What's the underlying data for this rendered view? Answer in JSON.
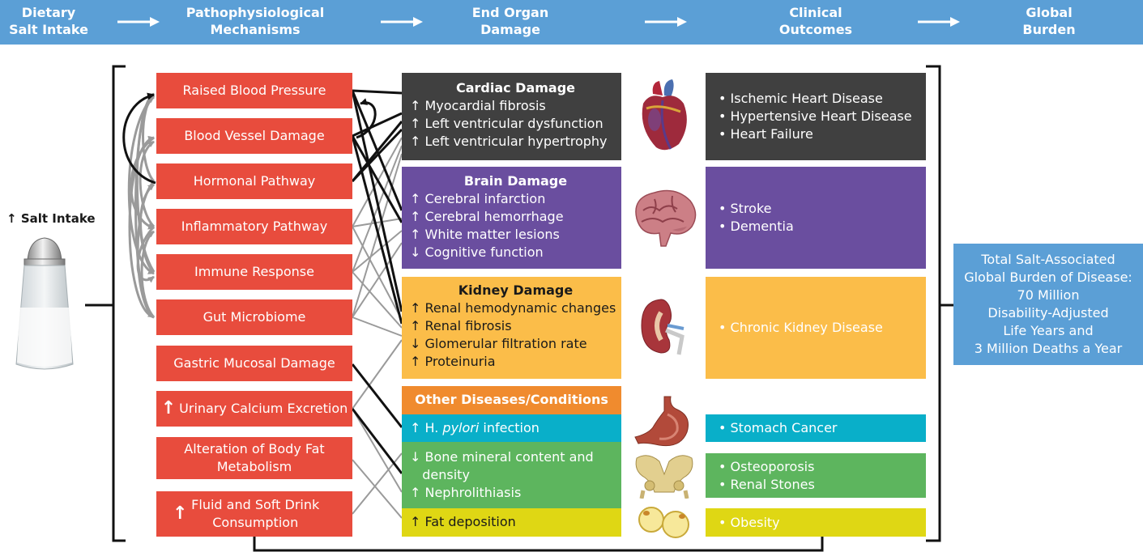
{
  "header": {
    "columns": [
      {
        "line1": "Dietary",
        "line2": "Salt Intake"
      },
      {
        "line1": "Pathophysiological",
        "line2": "Mechanisms"
      },
      {
        "line1": "End Organ",
        "line2": "Damage"
      },
      {
        "line1": "Clinical",
        "line2": "Outcomes"
      },
      {
        "line1": "Global",
        "line2": "Burden"
      }
    ]
  },
  "salt": {
    "arrow": "↑",
    "label": "Salt Intake"
  },
  "mechanisms": [
    "Raised Blood Pressure",
    "Blood Vessel Damage",
    "Hormonal Pathway",
    "Inflammatory Pathway",
    "Immune Response",
    "Gut Microbiome",
    "Gastric Mucosal Damage",
    "Urinary Calcium Excretion",
    "Alteration of Body Fat Metabolism",
    "Fluid and Soft Drink Consumption"
  ],
  "mechanism_up_arrow": "↑",
  "damage": {
    "cardiac": {
      "title": "Cardiac Damage",
      "lines": [
        "↑ Myocardial fibrosis",
        "↑ Left ventricular dysfunction",
        "↑ Left ventricular hypertrophy"
      ]
    },
    "brain": {
      "title": "Brain Damage",
      "lines": [
        "↑ Cerebral infarction",
        "↑ Cerebral hemorrhage",
        "↑ White matter lesions",
        "↓ Cognitive function"
      ]
    },
    "kidney": {
      "title": "Kidney Damage",
      "lines": [
        "↑ Renal hemodynamic changes",
        "↑ Renal fibrosis",
        "↓ Glomerular filtration rate",
        "↑ Proteinuria"
      ]
    },
    "other": {
      "title": "Other Diseases/Conditions"
    },
    "hpylori": {
      "prefix": "↑ H. ",
      "italic": "pylori",
      "suffix": " infection"
    },
    "bone": {
      "lines": [
        "↓ Bone mineral content and",
        "   density",
        "↑ Nephrolithiasis"
      ]
    },
    "fat": {
      "line": "↑ Fat deposition"
    }
  },
  "outcomes": {
    "cardiac": [
      "• Ischemic Heart Disease",
      "• Hypertensive Heart Disease",
      "• Heart Failure"
    ],
    "brain": [
      "• Stroke",
      "• Dementia"
    ],
    "kidney": [
      "• Chronic Kidney Disease"
    ],
    "stomach": [
      "• Stomach Cancer"
    ],
    "bone": [
      "• Osteoporosis",
      "• Renal Stones"
    ],
    "fat": [
      "• Obesity"
    ]
  },
  "burden": {
    "lines": [
      "Total Salt-Associated",
      "Global Burden of Disease:",
      "70 Million",
      "Disability-Adjusted",
      "Life Years and",
      "3 Million Deaths a Year"
    ]
  },
  "icons": {
    "salt": "salt-shaker-icon",
    "heart": "heart-icon",
    "brain": "brain-icon",
    "kidney": "kidney-icon",
    "stomach": "stomach-icon",
    "pelvis": "pelvis-icon",
    "fat": "fat-cells-icon"
  },
  "colors": {
    "header": "#5b9fd6",
    "mechanism": "#e84c3d",
    "cardiac": "#404040",
    "brain": "#6a4e9f",
    "kidney": "#fbbd49",
    "other": "#f08b2e",
    "hpylori": "#09afc9",
    "bone": "#5db55e",
    "fat": "#dfd714"
  }
}
